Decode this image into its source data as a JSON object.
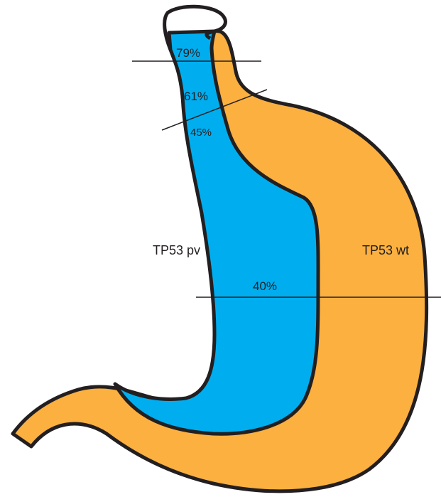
{
  "colors": {
    "pv_region": "#00aeef",
    "wt_region": "#fbb040",
    "outline": "#231f20",
    "background": "#ffffff"
  },
  "labels": {
    "pv": "TP53 pv",
    "wt": "TP53 wt"
  },
  "levels": [
    {
      "id": "level-1",
      "percent": "79%"
    },
    {
      "id": "level-2",
      "percent": "61%"
    },
    {
      "id": "level-3",
      "percent": "45%"
    },
    {
      "id": "level-4",
      "percent": "40%"
    }
  ]
}
